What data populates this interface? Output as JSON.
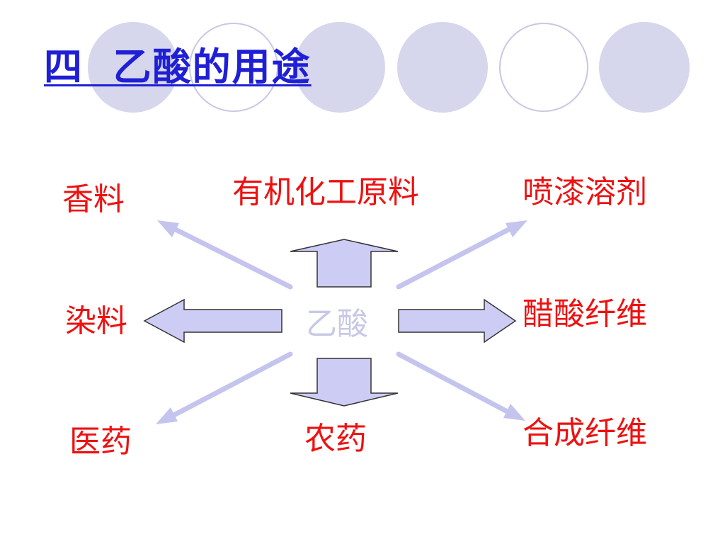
{
  "slide": {
    "title": "四  乙酸的用途"
  },
  "diagram": {
    "center": "乙酸",
    "uses": {
      "top_left": "香料",
      "top": "有机化工原料",
      "top_right": "喷漆溶剂",
      "left": "染料",
      "right": "醋酸纤维",
      "bottom_left": "医药",
      "bottom": "农药",
      "bottom_right": "合成纤维"
    }
  },
  "colors": {
    "title": "#1f1fd6",
    "label": "#ee1111",
    "center_label": "#c8c8e6",
    "arrow_fill": "#ccccf5",
    "arrow_stroke": "#333333",
    "line_arrow": "#c4c4ee",
    "circle_fill": "#d6d6ec",
    "circle_stroke": "#c8c8e4"
  },
  "icons": {
    "block_arrows": "block-arrow-icon",
    "line_arrows": "line-arrow-icon",
    "decoration": "circle-decoration"
  }
}
